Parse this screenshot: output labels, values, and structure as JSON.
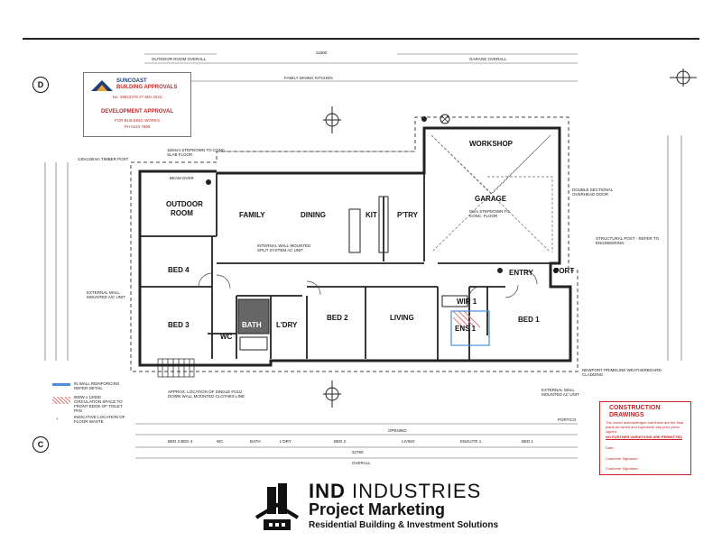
{
  "plan": {
    "rooms": [
      {
        "id": "workshop",
        "label": "WORKSHOP"
      },
      {
        "id": "garage",
        "label": "GARAGE"
      },
      {
        "id": "outdoor",
        "label": "OUTDOOR"
      },
      {
        "id": "outdoor2",
        "label": "ROOM"
      },
      {
        "id": "family",
        "label": "FAMILY"
      },
      {
        "id": "dining",
        "label": "DINING"
      },
      {
        "id": "kit",
        "label": "KIT"
      },
      {
        "id": "ptry",
        "label": "P'TRY"
      },
      {
        "id": "bed4",
        "label": "BED 4"
      },
      {
        "id": "bed3",
        "label": "BED 3"
      },
      {
        "id": "bath",
        "label": "BATH"
      },
      {
        "id": "wc",
        "label": "WC"
      },
      {
        "id": "ldry",
        "label": "L'DRY"
      },
      {
        "id": "bed2",
        "label": "BED 2"
      },
      {
        "id": "living",
        "label": "LIVING"
      },
      {
        "id": "wir",
        "label": "WIR 1"
      },
      {
        "id": "ens",
        "label": "ENS 1"
      },
      {
        "id": "bed1",
        "label": "BED 1"
      },
      {
        "id": "entry",
        "label": "ENTRY"
      },
      {
        "id": "port",
        "label": "PORT"
      }
    ],
    "grid_markers": {
      "d": "D",
      "c": "C"
    },
    "dimensions": {
      "outdoor_room_overall": "OUTDOOR ROOM OVERALL",
      "family_dining_kitchen": "FAMILY DINING KITCHEN",
      "garage_overall": "GARAGE OVERALL",
      "overall_top": "11600",
      "overall_bottom": "OVERALL",
      "bottom_total": "22760",
      "bed4_run": "BED 3 BED 4",
      "wc": "WC",
      "bath": "BATH",
      "ldry": "L'DRY",
      "bed2": "BED 2",
      "opening": "OPENING",
      "living": "LIVING",
      "ensuite": "ENSUITE 1",
      "bed1": "BED 1",
      "porch": "PORTICO"
    },
    "notes": {
      "steps_down": "160mm STEPDOWN TO CONC. SLAB FLOOR",
      "timber_post": "130x130mm TIMBER POST",
      "beam_over": "BEAM OVER",
      "split_system": "INTERNAL WALL MOUNTED SPLIT SYSTEM AC UNIT",
      "ext_ac": "EXTERNAL WALL MOUNTED A/C UNIT",
      "double_door": "DOUBLE SECTIONAL OVERHEAD DOOR",
      "struct_post": "STRUCTURAL POST - REFER TO ENGINEERING",
      "clothes_line": "APPROX. LOCATION OF SINGLE FOLD DOWN WALL MOUNTED CLOTHES LINE",
      "cladding": "NEWPORT PRIMELINE WEATHERBOARD CLADDING",
      "ext_ac2": "EXTERNAL WALL MOUNTED AC UNIT",
      "garage_step": "0mm STEPDOWN TO CONC. FLOOR"
    },
    "legend": [
      {
        "text": "IN WALL REINFORCING REFER DETAIL",
        "color": "#4a90d9"
      },
      {
        "text": "900W x 1200D CIRCULATION SPACE TO FRONT EDGE OF TOILET PAN",
        "color": "#e07a7a"
      },
      {
        "text": "INDICATIVE LOCATION OF FLOOR WASTE",
        "color": "#555555"
      }
    ]
  },
  "stamp": {
    "brand1": "SUNCOAST",
    "brand2": "BUILDING APPROVALS",
    "ref": "No: 39922376   27 Mar 2024",
    "dev": "DEVELOPMENT APPROVAL",
    "line1": "FOR BUILDING WORKS",
    "line2": "PH 0410 7888"
  },
  "construction": {
    "title1": "CONSTRUCTION",
    "title2": "DRAWINGS",
    "note": "The owner acknowledges that these are the final plans as varied and supersede any prior plans signed.",
    "variations": "NO FURTHER VARIATIONS ARE PERMITTED",
    "date": "Date:",
    "sig1": "Customer Signature:",
    "sig2": "Customer Signature:"
  },
  "footer": {
    "brand_bold": "IND",
    "brand_rest": "INDUSTRIES",
    "sub": "Project Marketing",
    "tag": "Residential Building & Investment Solutions"
  },
  "colors": {
    "accent_red": "#c22222",
    "accent_blue": "#1d3c7a",
    "wall": "#222222"
  }
}
